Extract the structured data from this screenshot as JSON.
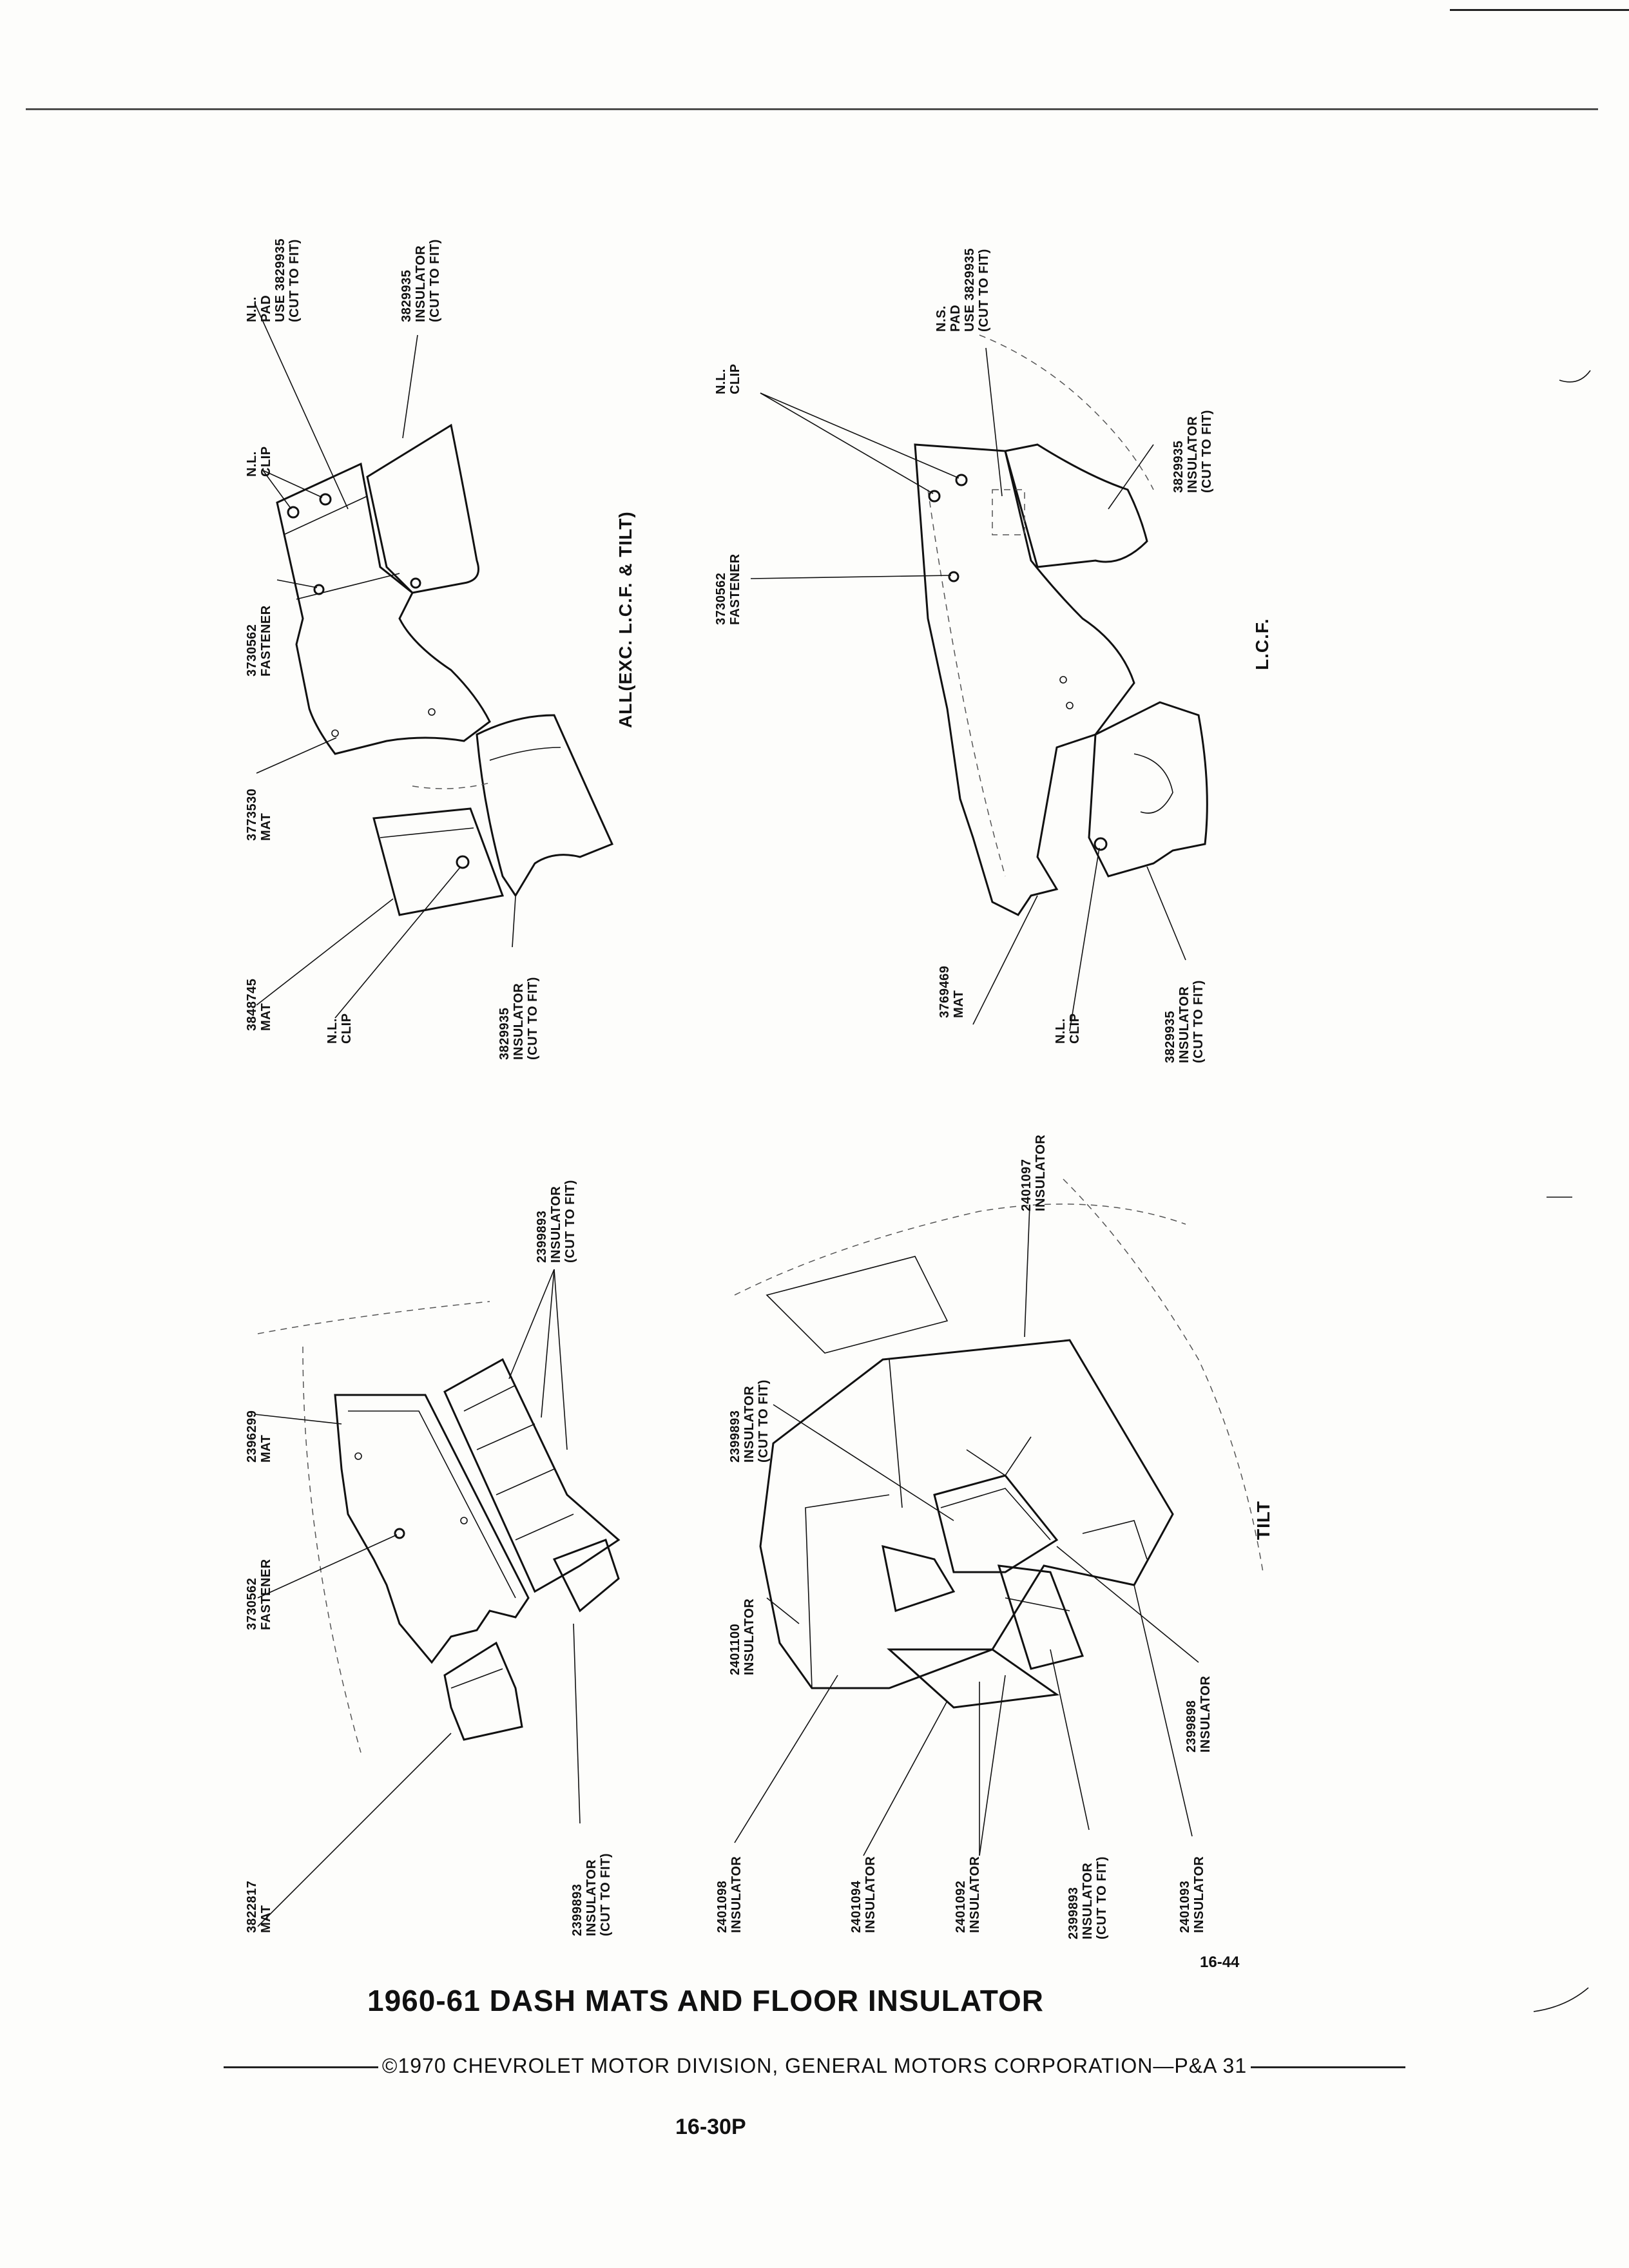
{
  "header_rule": true,
  "diagrams": {
    "upper_left": {
      "caption": "ALL(EXC. L.C.F. & TILT)",
      "labels": {
        "nl_pad": [
          "N.L.",
          "PAD",
          "USE 3829935",
          "(CUT TO FIT)"
        ],
        "insulator_top": [
          "3829935",
          "INSULATOR",
          "(CUT TO FIT)"
        ],
        "nl_clip_top": [
          "N.L.",
          "CLIP"
        ],
        "fastener": [
          "3730562",
          "FASTENER"
        ],
        "mat_3773530": [
          "3773530",
          "MAT"
        ],
        "mat_3848745": [
          "3848745",
          "MAT"
        ],
        "nl_clip_bottom": [
          "N.L.",
          "CLIP"
        ],
        "insulator_bottom": [
          "3829935",
          "INSULATOR",
          "(CUT TO FIT)"
        ]
      }
    },
    "upper_right": {
      "caption": "L.C.F.",
      "labels": {
        "ns_pad": [
          "N.S.",
          "PAD",
          "USE 3829935",
          "(CUT TO FIT)"
        ],
        "nl_clip_top": [
          "N.L.",
          "CLIP"
        ],
        "insulator_right": [
          "3829935",
          "INSULATOR",
          "(CUT TO FIT)"
        ],
        "fastener": [
          "3730562",
          "FASTENER"
        ],
        "mat_3769469": [
          "3769469",
          "MAT"
        ],
        "nl_clip_bottom": [
          "N.L.",
          "CLIP"
        ],
        "insulator_bottom": [
          "3829935",
          "INSULATOR",
          "(CUT TO FIT)"
        ]
      }
    },
    "lower_left": {
      "labels": {
        "insulator_top": [
          "2399893",
          "INSULATOR",
          "(CUT TO FIT)"
        ],
        "mat_2396299": [
          "2396299",
          "MAT"
        ],
        "fastener": [
          "3730562",
          "FASTENER"
        ],
        "mat_3822817": [
          "3822817",
          "MAT"
        ],
        "insulator_bottom": [
          "2399893",
          "INSULATOR",
          "(CUT TO FIT)"
        ]
      }
    },
    "lower_right": {
      "caption": "TILT",
      "labels": {
        "ins_2401097": [
          "2401097",
          "INSULATOR"
        ],
        "ins_2399893_top": [
          "2399893",
          "INSULATOR",
          "(CUT TO FIT)"
        ],
        "ins_2401100": [
          "2401100",
          "INSULATOR"
        ],
        "ins_2399898": [
          "2399898",
          "INSULATOR"
        ],
        "ins_2401098": [
          "2401098",
          "INSULATOR"
        ],
        "ins_2401094": [
          "2401094",
          "INSULATOR"
        ],
        "ins_2401092": [
          "2401092",
          "INSULATOR"
        ],
        "ins_2399893_bottom": [
          "2399893",
          "INSULATOR",
          "(CUT TO FIT)"
        ],
        "ins_2401093": [
          "2401093",
          "INSULATOR"
        ]
      }
    }
  },
  "figure_number": "16-44",
  "title": "1960-61 DASH MATS AND FLOOR INSULATOR",
  "footer": "©1970 CHEVROLET MOTOR DIVISION, GENERAL MOTORS CORPORATION—P&A 31",
  "page_number": "16-30P"
}
